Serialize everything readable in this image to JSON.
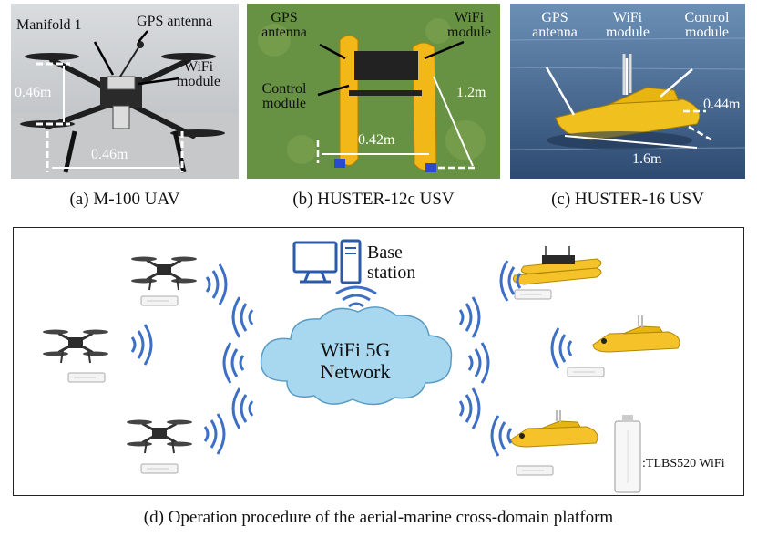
{
  "panels": {
    "a": {
      "caption": "(a) M-100 UAV",
      "labels": {
        "manifold": "Manifold 1",
        "gps": "GPS antenna",
        "wifi": "WiFi\nmodule"
      },
      "dims": {
        "height": "0.46m",
        "width": "0.46m"
      }
    },
    "b": {
      "caption": "(b) HUSTER-12c USV",
      "labels": {
        "gps": "GPS\nantenna",
        "wifi": "WiFi\nmodule",
        "control": "Control\nmodule"
      },
      "dims": {
        "width": "0.42m",
        "length": "1.2m"
      }
    },
    "c": {
      "caption": "(c) HUSTER-16 USV",
      "labels": {
        "gps": "GPS\nantenna",
        "wifi": "WiFi\nmodule",
        "control": "Control\nmodule"
      },
      "dims": {
        "height": "0.44m",
        "length": "1.6m"
      }
    }
  },
  "diagram": {
    "base_station": "Base\nstation",
    "network": "WiFi 5G\nNetwork",
    "legend": ":TLBS520 WiFi",
    "caption": "(d) Operation procedure of the aerial-marine cross-domain platform"
  },
  "colors": {
    "wave": "#3d6fc4",
    "cloud": "#a8d8f0",
    "boat": "#f5c22a",
    "uav": "#333333"
  }
}
